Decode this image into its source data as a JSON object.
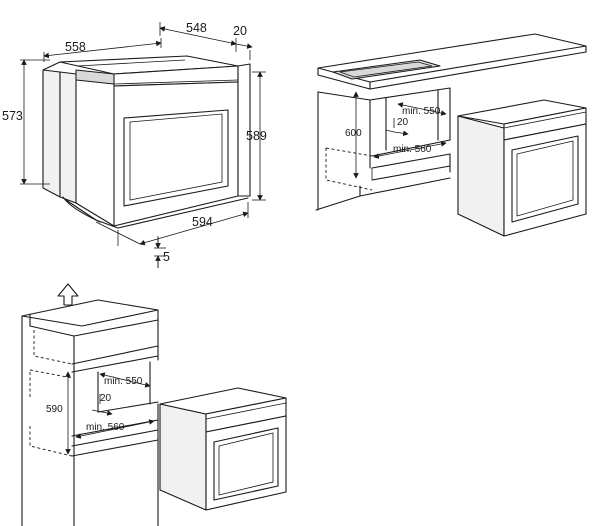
{
  "figure_1": {
    "width_label": "558",
    "depth_label": "548",
    "panel_label": "20",
    "height_label": "573",
    "front_height_label": "589",
    "front_width_label": "594",
    "gap_label": "5"
  },
  "figure_2": {
    "height_label": "600",
    "depth_label": "min. 550",
    "gap_label": "20",
    "width_label": "min. 560"
  },
  "figure_3": {
    "height_label": "590",
    "depth_label": "min. 550",
    "gap_label": "20",
    "width_label": "min. 560"
  }
}
